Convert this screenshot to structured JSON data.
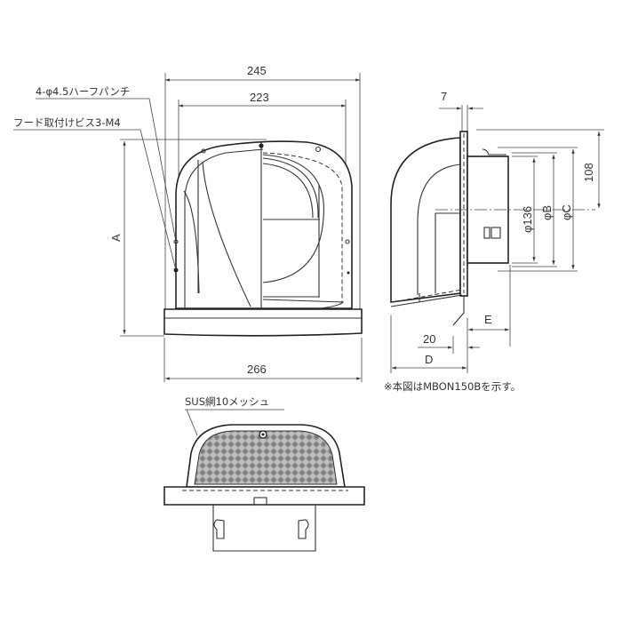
{
  "front_view": {
    "callouts": {
      "punch_holes": "4-φ4.5ハーフパンチ",
      "hood_screw": "フード取付けビス3-M4"
    },
    "dimensions": {
      "outer_width": "245",
      "inner_width": "223",
      "height": "A",
      "base_width": "266"
    }
  },
  "side_view": {
    "dimensions": {
      "flange_thickness": "7",
      "center_offset": "108",
      "duct_diameter": "φ136",
      "diameter_b": "φB",
      "diameter_c": "φC",
      "depth_e": "E",
      "lip": "20",
      "depth_d": "D"
    },
    "note": "※本図はMBON150Bを示す。"
  },
  "bottom_view": {
    "callouts": {
      "mesh": "SUS網10メッシュ"
    }
  }
}
